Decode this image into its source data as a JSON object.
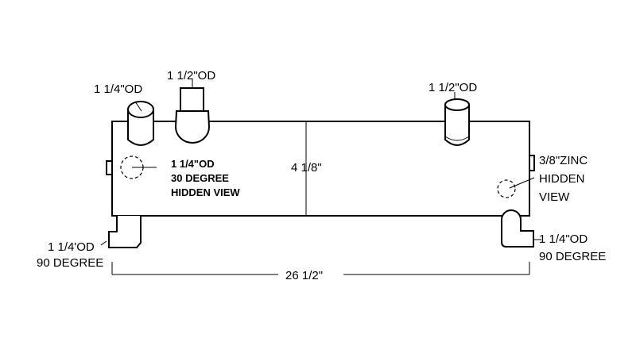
{
  "labels": {
    "inlet_left": "1 1/4\"OD",
    "inlet_mid": "1 1/2\"OD",
    "outlet_right": "1 1/2\"OD",
    "hidden_left_1": "1 1/4\"OD",
    "hidden_left_2": "30 DEGREE",
    "hidden_left_3": "HIDDEN VIEW",
    "height": "4 1/8\"",
    "zinc_1": "3/8\"ZINC",
    "zinc_2": "HIDDEN",
    "zinc_3": "VIEW",
    "elbow_left_1": "1 1/4'OD",
    "elbow_left_2": "90 DEGREE",
    "elbow_right_1": "1 1/4\"OD",
    "elbow_right_2": "90 DEGREE",
    "length": "26 1/2\""
  }
}
